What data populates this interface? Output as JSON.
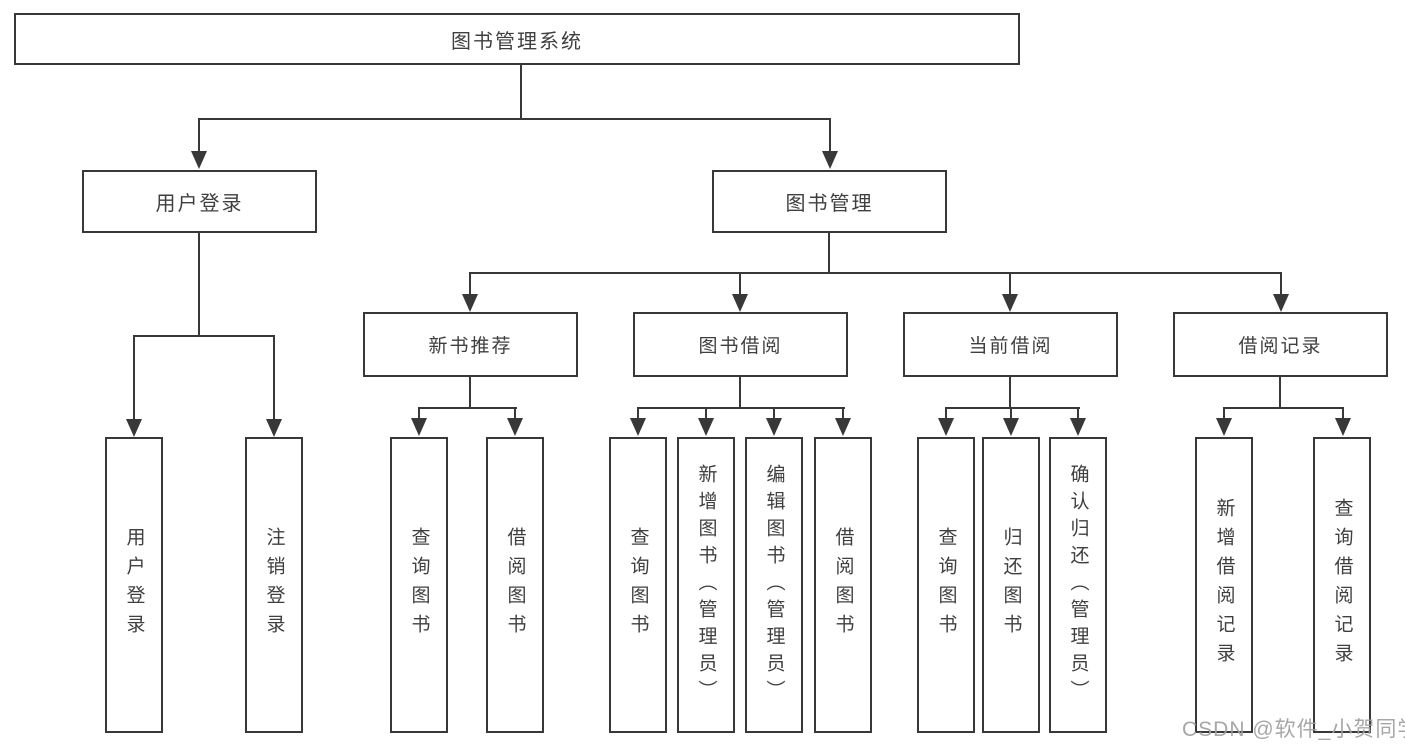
{
  "diagram": {
    "title": "图书管理系统",
    "root": {
      "label": "图书管理系统"
    },
    "branches": [
      {
        "label": "用户登录",
        "children": [
          {
            "label": "用户登录"
          },
          {
            "label": "注销登录"
          }
        ]
      },
      {
        "label": "图书管理",
        "children": [
          {
            "label": "新书推荐",
            "children": [
              {
                "label": "查询图书"
              },
              {
                "label": "借阅图书"
              }
            ]
          },
          {
            "label": "图书借阅",
            "children": [
              {
                "label": "查询图书"
              },
              {
                "label": "新增图书（管理员）"
              },
              {
                "label": "编辑图书（管理员）"
              },
              {
                "label": "借阅图书"
              }
            ]
          },
          {
            "label": "当前借阅",
            "children": [
              {
                "label": "查询图书"
              },
              {
                "label": "归还图书"
              },
              {
                "label": "确认归还（管理员）"
              }
            ]
          },
          {
            "label": "借阅记录",
            "children": [
              {
                "label": "新增借阅记录"
              },
              {
                "label": "查询借阅记录"
              }
            ]
          }
        ]
      }
    ]
  },
  "watermark": "CSDN @软件_小贺同学",
  "colors": {
    "line": "#383838",
    "text": "#3f3f3f",
    "background": "#ffffff",
    "watermark": "#a0a0a0"
  }
}
